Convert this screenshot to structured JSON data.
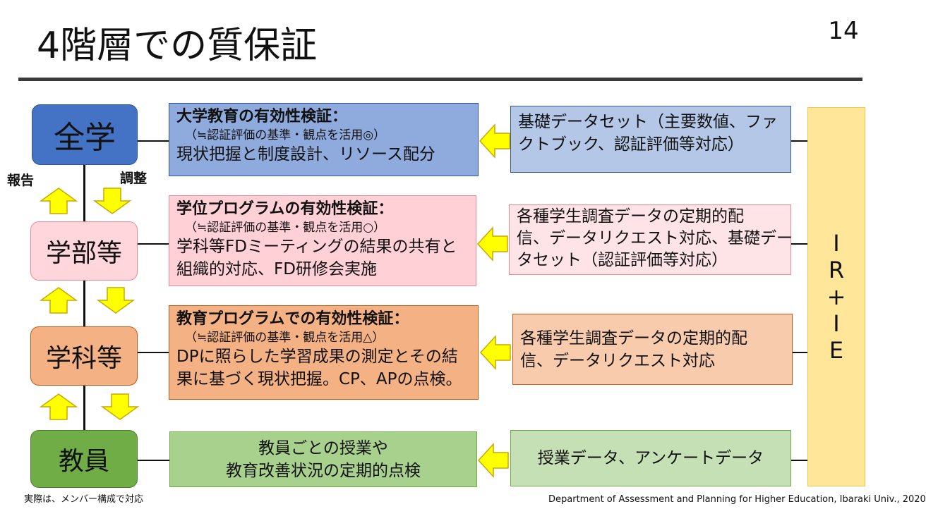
{
  "title": "4階層での質保証",
  "page_number": "14",
  "levels": [
    {
      "label": "全学",
      "color": "#4472c4",
      "text_color": "#000000"
    },
    {
      "label": "学部等",
      "color": "#ffd6db",
      "text_color": "#000000"
    },
    {
      "label": "学科等",
      "color": "#f4b183",
      "text_color": "#000000"
    },
    {
      "label": "教員",
      "color": "#70ad47",
      "text_color": "#000000"
    }
  ],
  "side_labels": {
    "report": "報告",
    "adjust": "調整"
  },
  "verification": [
    {
      "heading": "大学教育の有効性検証：",
      "sub": "（≒認証評価の基準・観点を活用◎）",
      "body": [
        "現状把握と制度設計、リソース配分"
      ],
      "color": "#8faadc",
      "border": "#2f5597"
    },
    {
      "heading": "学位プログラムの有効性検証：",
      "sub": "（≒認証評価の基準・観点を活用○）",
      "body": [
        "学科等FDミーティングの結果の共有と",
        "組織的対応、FD研修会実施"
      ],
      "color": "#ffd1d6",
      "border": "#e88a95"
    },
    {
      "heading": "教育プログラムでの有効性検証：",
      "sub": "（≒認証評価の基準・観点を活用△）",
      "body": [
        "DPに照らした学習成果の測定とその結",
        "果に基づく現状把握。CP、APの点検。"
      ],
      "color": "#f4b183",
      "border": "#c55a11"
    },
    {
      "heading": "",
      "sub": "",
      "body": [
        "教員ごとの授業や",
        "教育改善状況の定期的点検"
      ],
      "color": "#a9d18e",
      "border": "#70ad47"
    }
  ],
  "data_sources": [
    {
      "lines": [
        "基礎データセット（主要数値、ファ",
        "クトブック、認証評価等対応）"
      ],
      "color": "#b4c7e7",
      "border": "#2f5597"
    },
    {
      "lines": [
        "各種学生調査データの定期的配",
        "信、データリクエスト対応、基礎デー",
        "タセット（認証評価等対応）"
      ],
      "color": "#ffe4e7",
      "border": "#e88a95"
    },
    {
      "lines": [
        "各種学生調査データの定期的配",
        "信、データリクエスト対応"
      ],
      "color": "#f8cbad",
      "border": "#c55a11"
    },
    {
      "lines": [
        "授業データ、アンケートデータ"
      ],
      "color": "#c5e0b4",
      "border": "#70ad47"
    }
  ],
  "ir_ie": [
    "I",
    "R",
    "+",
    "I",
    "E"
  ],
  "footer": {
    "left": "実際は、メンバー構成で対応",
    "right": "Department of Assessment and Planning for Higher Education, Ibaraki Univ., 2020"
  },
  "colors": {
    "arrow_fill": "#ffff00",
    "arrow_stroke": "#c9a800",
    "ir_fill": "#ffe699"
  }
}
